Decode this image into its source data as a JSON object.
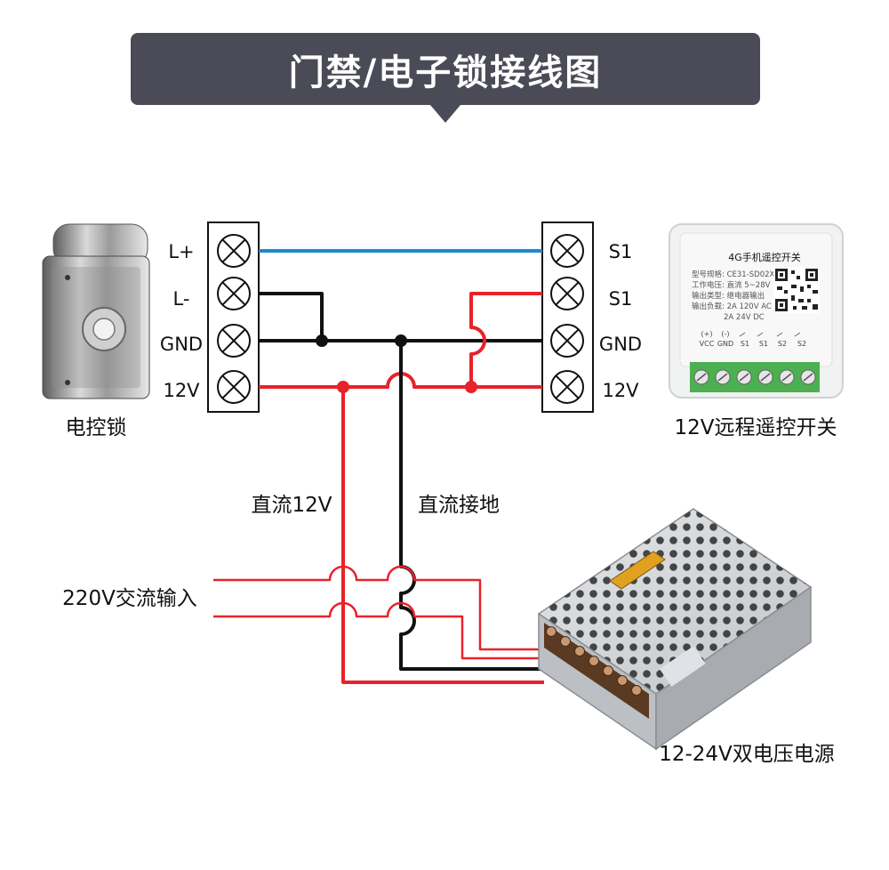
{
  "title": "门禁/电子锁接线图",
  "lock": {
    "caption": "电控锁",
    "terminals": [
      "L+",
      "L-",
      "GND",
      "12V"
    ]
  },
  "switch": {
    "caption": "12V远程遥控开关",
    "terminals": [
      "S1",
      "S1",
      "GND",
      "12V"
    ],
    "module": {
      "name": "4G手机遥控开关",
      "specs": [
        "型号规格: CE31-SD02X",
        "工作电压: 直流 5~28V",
        "输出类型: 继电器输出",
        "输出负载: 2A 120V AC",
        "2A 24V DC"
      ],
      "pin_marks": [
        "(+)",
        "(-)"
      ],
      "pins": [
        "VCC",
        "GND",
        "S1",
        "S1",
        "S2",
        "S2"
      ]
    }
  },
  "wires": {
    "dc12v_label": "直流12V",
    "ground_label": "直流接地",
    "ac_input_label": "220V交流输入"
  },
  "power_supply": {
    "caption": "12-24V双电压电源"
  },
  "colors": {
    "banner": "#4a4b57",
    "wire_blue": "#1e88d0",
    "wire_red": "#e8222a",
    "wire_black": "#111111",
    "terminal_green": "#4caf50"
  }
}
